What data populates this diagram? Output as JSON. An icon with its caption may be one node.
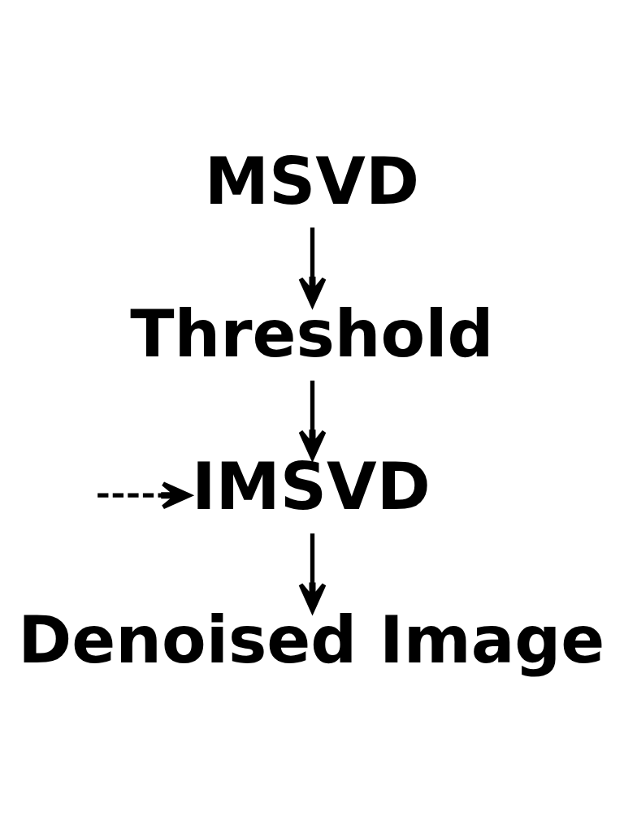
{
  "diagram": {
    "nodes": [
      {
        "text": [
          "MSVD"
        ]
      },
      {
        "text": [
          "Threshold"
        ]
      },
      {
        "text": [
          "IMSVD"
        ]
      },
      {
        "text": [
          "Denoised Image"
        ]
      }
    ],
    "edges": [
      {
        "from": 0,
        "to": 1,
        "arrow": "to"
      },
      {
        "from": 1,
        "to": 2,
        "arrow": "to"
      },
      {
        "from": 2,
        "to": 3,
        "arrow": "to"
      },
      {
        "from": null,
        "to": 2,
        "arrow": "to",
        "style": "dashed"
      }
    ]
  }
}
